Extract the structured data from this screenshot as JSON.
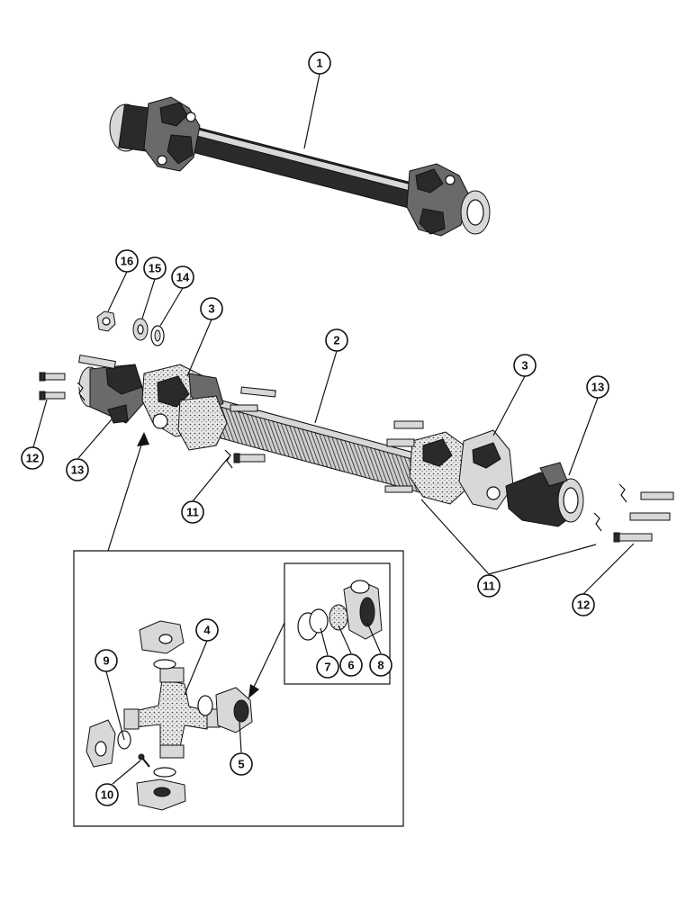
{
  "callouts": [
    {
      "id": "c1",
      "label": "1"
    },
    {
      "id": "c2",
      "label": "2"
    },
    {
      "id": "c3a",
      "label": "3"
    },
    {
      "id": "c3b",
      "label": "3"
    },
    {
      "id": "c4",
      "label": "4"
    },
    {
      "id": "c5",
      "label": "5"
    },
    {
      "id": "c6",
      "label": "6"
    },
    {
      "id": "c7",
      "label": "7"
    },
    {
      "id": "c8",
      "label": "8"
    },
    {
      "id": "c9",
      "label": "9"
    },
    {
      "id": "c10",
      "label": "10"
    },
    {
      "id": "c11a",
      "label": "11"
    },
    {
      "id": "c11b",
      "label": "11"
    },
    {
      "id": "c12a",
      "label": "12"
    },
    {
      "id": "c12b",
      "label": "12"
    },
    {
      "id": "c13a",
      "label": "13"
    },
    {
      "id": "c13b",
      "label": "13"
    },
    {
      "id": "c14",
      "label": "14"
    },
    {
      "id": "c15",
      "label": "15"
    },
    {
      "id": "c16",
      "label": "16"
    }
  ]
}
